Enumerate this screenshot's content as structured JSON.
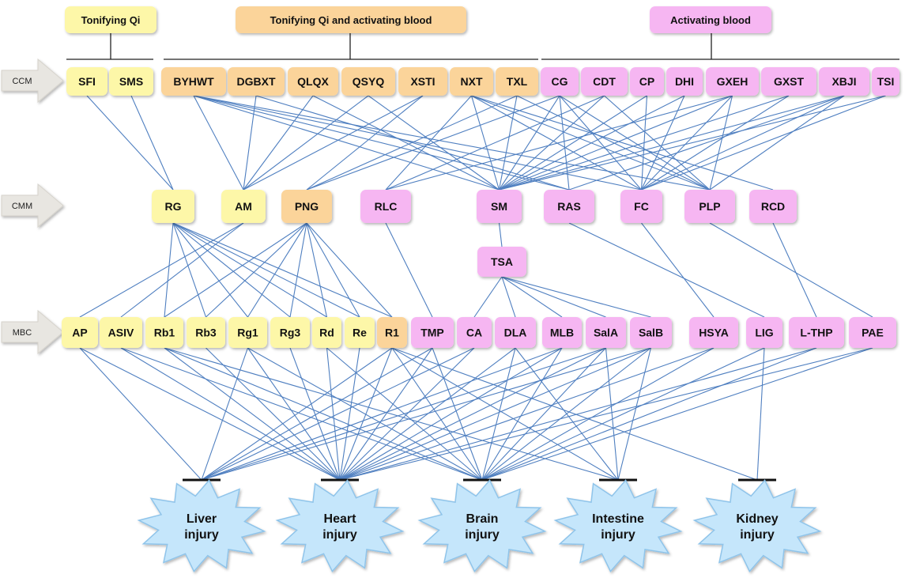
{
  "colors": {
    "yellow": "#fdf7a8",
    "orange": "#fbd49a",
    "pink": "#f6b6f2",
    "edge": "#4f7fc0",
    "injury_fill": "#c5e6fb",
    "injury_stroke": "#8fc4ea",
    "arrow": "#e8e6e1"
  },
  "categories": [
    {
      "id": "tonifying-qi",
      "label": "Tonifying Qi",
      "color": "yellow"
    },
    {
      "id": "tonifying-qi-activating-blood",
      "label": "Tonifying Qi and activating blood",
      "color": "orange"
    },
    {
      "id": "activating-blood",
      "label": "Activating blood",
      "color": "pink"
    }
  ],
  "rows": [
    {
      "id": "ccm",
      "label": "CCM"
    },
    {
      "id": "cmm",
      "label": "CMM"
    },
    {
      "id": "mbc",
      "label": "MBC"
    }
  ],
  "ccm": [
    {
      "label": "SFI",
      "color": "yellow"
    },
    {
      "label": "SMS",
      "color": "yellow"
    },
    {
      "label": "BYHWT",
      "color": "orange"
    },
    {
      "label": "DGBXT",
      "color": "orange"
    },
    {
      "label": "QLQX",
      "color": "orange"
    },
    {
      "label": "QSYQ",
      "color": "orange"
    },
    {
      "label": "XSTI",
      "color": "orange"
    },
    {
      "label": "NXT",
      "color": "orange"
    },
    {
      "label": "TXL",
      "color": "orange"
    },
    {
      "label": "CG",
      "color": "pink"
    },
    {
      "label": "CDT",
      "color": "pink"
    },
    {
      "label": "CP",
      "color": "pink"
    },
    {
      "label": "DHI",
      "color": "pink"
    },
    {
      "label": "GXEH",
      "color": "pink"
    },
    {
      "label": "GXST",
      "color": "pink"
    },
    {
      "label": "XBJI",
      "color": "pink"
    },
    {
      "label": "TSI",
      "color": "pink"
    }
  ],
  "cmm": [
    {
      "label": "RG",
      "color": "yellow"
    },
    {
      "label": "AM",
      "color": "yellow"
    },
    {
      "label": "PNG",
      "color": "orange"
    },
    {
      "label": "RLC",
      "color": "pink"
    },
    {
      "label": "SM",
      "color": "pink"
    },
    {
      "label": "RAS",
      "color": "pink"
    },
    {
      "label": "FC",
      "color": "pink"
    },
    {
      "label": "PLP",
      "color": "pink"
    },
    {
      "label": "RCD",
      "color": "pink"
    }
  ],
  "intermediate": [
    {
      "label": "TSA",
      "color": "pink"
    }
  ],
  "mbc": [
    {
      "label": "AP",
      "color": "yellow"
    },
    {
      "label": "ASIV",
      "color": "yellow"
    },
    {
      "label": "Rb1",
      "color": "yellow"
    },
    {
      "label": "Rb3",
      "color": "yellow"
    },
    {
      "label": "Rg1",
      "color": "yellow"
    },
    {
      "label": "Rg3",
      "color": "yellow"
    },
    {
      "label": "Rd",
      "color": "yellow"
    },
    {
      "label": "Re",
      "color": "yellow"
    },
    {
      "label": "R1",
      "color": "orange"
    },
    {
      "label": "TMP",
      "color": "pink"
    },
    {
      "label": "CA",
      "color": "pink"
    },
    {
      "label": "DLA",
      "color": "pink"
    },
    {
      "label": "MLB",
      "color": "pink"
    },
    {
      "label": "SalA",
      "color": "pink"
    },
    {
      "label": "SalB",
      "color": "pink"
    },
    {
      "label": "HSYA",
      "color": "pink"
    },
    {
      "label": "LIG",
      "color": "pink"
    },
    {
      "label": "L-THP",
      "color": "pink"
    },
    {
      "label": "PAE",
      "color": "pink"
    }
  ],
  "injuries": [
    {
      "line1": "Liver",
      "line2": "injury"
    },
    {
      "line1": "Heart",
      "line2": "injury"
    },
    {
      "line1": "Brain",
      "line2": "injury"
    },
    {
      "line1": "Intestine",
      "line2": "injury"
    },
    {
      "line1": "Kidney",
      "line2": "injury"
    }
  ],
  "edges": {
    "ccm_to_cmm": [
      [
        "SFI",
        "RG"
      ],
      [
        "SMS",
        "RG"
      ],
      [
        "BYHWT",
        "AM"
      ],
      [
        "BYHWT",
        "SM"
      ],
      [
        "BYHWT",
        "PLP"
      ],
      [
        "BYHWT",
        "RAS"
      ],
      [
        "BYHWT",
        "FC"
      ],
      [
        "DGBXT",
        "AM"
      ],
      [
        "DGBXT",
        "RAS"
      ],
      [
        "QLQX",
        "AM"
      ],
      [
        "QLQX",
        "SM"
      ],
      [
        "QSYQ",
        "AM"
      ],
      [
        "QSYQ",
        "SM"
      ],
      [
        "XSTI",
        "AM"
      ],
      [
        "XSTI",
        "PNG"
      ],
      [
        "NXT",
        "RLC"
      ],
      [
        "NXT",
        "SM"
      ],
      [
        "NXT",
        "FC"
      ],
      [
        "NXT",
        "PLP"
      ],
      [
        "NXT",
        "RCD"
      ],
      [
        "TXL",
        "PNG"
      ],
      [
        "TXL",
        "SM"
      ],
      [
        "TXL",
        "PLP"
      ],
      [
        "CG",
        "PNG"
      ],
      [
        "CG",
        "SM"
      ],
      [
        "CG",
        "RAS"
      ],
      [
        "CG",
        "FC"
      ],
      [
        "CG",
        "PLP"
      ],
      [
        "CDT",
        "RLC"
      ],
      [
        "CDT",
        "SM"
      ],
      [
        "CDT",
        "PLP"
      ],
      [
        "CP",
        "SM"
      ],
      [
        "CP",
        "FC"
      ],
      [
        "DHI",
        "SM"
      ],
      [
        "DHI",
        "FC"
      ],
      [
        "GXEH",
        "RLC"
      ],
      [
        "GXEH",
        "SM"
      ],
      [
        "GXEH",
        "FC"
      ],
      [
        "GXEH",
        "PLP"
      ],
      [
        "GXST",
        "SM"
      ],
      [
        "GXST",
        "FC"
      ],
      [
        "XBJI",
        "RAS"
      ],
      [
        "XBJI",
        "SM"
      ],
      [
        "XBJI",
        "FC"
      ],
      [
        "XBJI",
        "PLP"
      ],
      [
        "TSI",
        "SM"
      ],
      [
        "TSI",
        "FC"
      ]
    ],
    "cmm_to_mbc": [
      [
        "RG",
        "Rb1"
      ],
      [
        "RG",
        "Rb3"
      ],
      [
        "RG",
        "Rg1"
      ],
      [
        "RG",
        "Rg3"
      ],
      [
        "RG",
        "Rd"
      ],
      [
        "RG",
        "Re"
      ],
      [
        "RG",
        "R1"
      ],
      [
        "AM",
        "AP"
      ],
      [
        "AM",
        "ASIV"
      ],
      [
        "PNG",
        "Rb1"
      ],
      [
        "PNG",
        "Rb3"
      ],
      [
        "PNG",
        "Rg1"
      ],
      [
        "PNG",
        "Rg3"
      ],
      [
        "PNG",
        "Rd"
      ],
      [
        "PNG",
        "Re"
      ],
      [
        "PNG",
        "R1"
      ],
      [
        "RLC",
        "TMP"
      ],
      [
        "RAS",
        "LIG"
      ],
      [
        "FC",
        "HSYA"
      ],
      [
        "PLP",
        "PAE"
      ],
      [
        "RCD",
        "L-THP"
      ],
      [
        "SM",
        "TSA"
      ],
      [
        "TSA",
        "CA"
      ],
      [
        "TSA",
        "DLA"
      ],
      [
        "TSA",
        "MLB"
      ],
      [
        "TSA",
        "SalA"
      ],
      [
        "TSA",
        "SalB"
      ]
    ],
    "mbc_to_injury": [
      [
        "AP",
        "Liver"
      ],
      [
        "AP",
        "Heart"
      ],
      [
        "ASIV",
        "Heart"
      ],
      [
        "ASIV",
        "Brain"
      ],
      [
        "Rb1",
        "Heart"
      ],
      [
        "Rb1",
        "Brain"
      ],
      [
        "Rb1",
        "Intestine"
      ],
      [
        "Rb3",
        "Heart"
      ],
      [
        "Rg1",
        "Liver"
      ],
      [
        "Rg1",
        "Heart"
      ],
      [
        "Rg1",
        "Brain"
      ],
      [
        "Rg3",
        "Heart"
      ],
      [
        "Rd",
        "Heart"
      ],
      [
        "Rd",
        "Brain"
      ],
      [
        "Re",
        "Heart"
      ],
      [
        "R1",
        "Liver"
      ],
      [
        "R1",
        "Heart"
      ],
      [
        "R1",
        "Brain"
      ],
      [
        "R1",
        "Intestine"
      ],
      [
        "R1",
        "Kidney"
      ],
      [
        "TMP",
        "Liver"
      ],
      [
        "TMP",
        "Heart"
      ],
      [
        "TMP",
        "Brain"
      ],
      [
        "CA",
        "Liver"
      ],
      [
        "CA",
        "Heart"
      ],
      [
        "DLA",
        "Heart"
      ],
      [
        "DLA",
        "Brain"
      ],
      [
        "DLA",
        "Intestine"
      ],
      [
        "MLB",
        "Liver"
      ],
      [
        "MLB",
        "Heart"
      ],
      [
        "MLB",
        "Brain"
      ],
      [
        "SalA",
        "Liver"
      ],
      [
        "SalA",
        "Heart"
      ],
      [
        "SalA",
        "Brain"
      ],
      [
        "SalA",
        "Intestine"
      ],
      [
        "SalB",
        "Liver"
      ],
      [
        "SalB",
        "Heart"
      ],
      [
        "SalB",
        "Brain"
      ],
      [
        "SalB",
        "Intestine"
      ],
      [
        "HSYA",
        "Heart"
      ],
      [
        "HSYA",
        "Brain"
      ],
      [
        "LIG",
        "Brain"
      ],
      [
        "LIG",
        "Kidney"
      ],
      [
        "L-THP",
        "Heart"
      ],
      [
        "L-THP",
        "Brain"
      ],
      [
        "PAE",
        "Heart"
      ],
      [
        "PAE",
        "Brain"
      ]
    ]
  }
}
